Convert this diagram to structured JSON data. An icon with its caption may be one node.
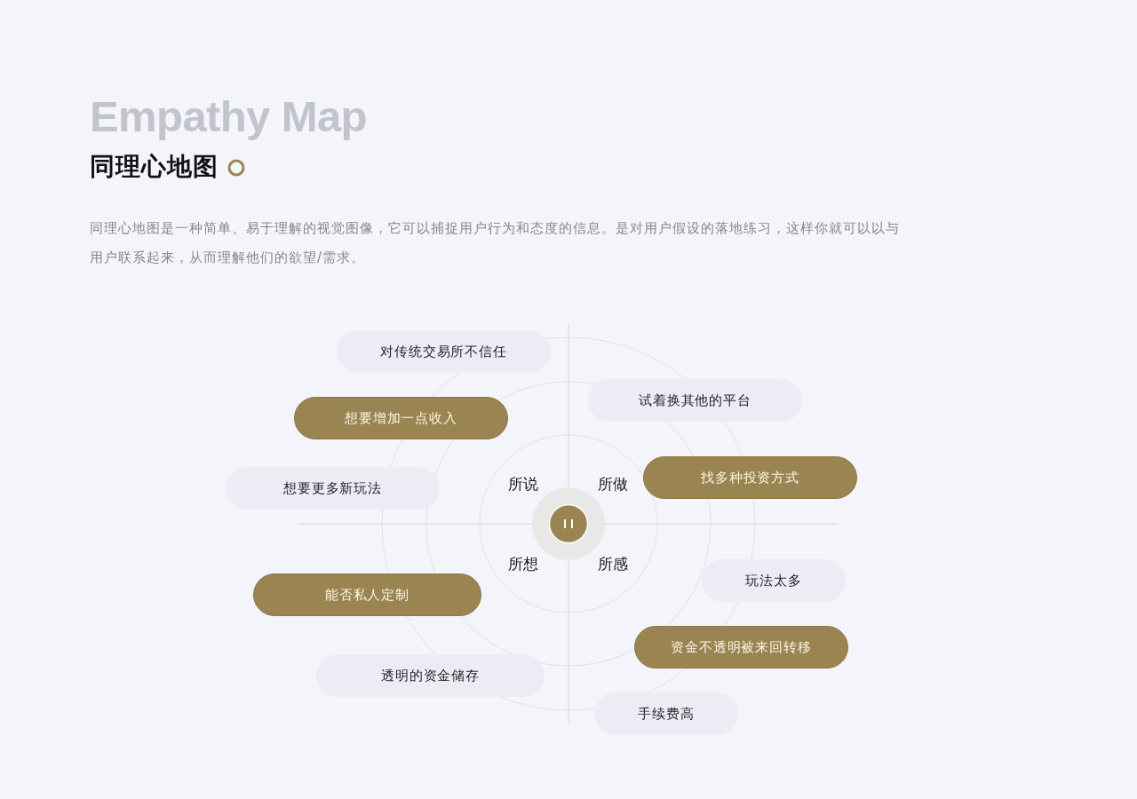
{
  "diagram": {
    "title": "同理心地图",
    "nodes": [
      {
        "text": [
          "对传统交易所不信任"
        ]
      },
      {
        "text": [
          "试着换其他的平台"
        ]
      },
      {
        "text": [
          "想要增加一点收入"
        ]
      },
      {
        "text": [
          "找多种投资方式"
        ]
      },
      {
        "text": [
          "想要更多新玩法"
        ]
      },
      {
        "text": [
          "玩法太多"
        ]
      },
      {
        "text": [
          "能否私人定制"
        ]
      },
      {
        "text": [
          "资金不透明被来回转移"
        ]
      },
      {
        "text": [
          "透明的资金储存"
        ]
      },
      {
        "text": [
          "手续费高"
        ]
      }
    ],
    "edges": [],
    "labels": [
      "Empathy Map",
      "同理心地图是一种简单、易于理解的视觉图像，它可以捕捉用户行为和态度的信息。是对用户假设的落地练习，这样你就可以以与用户联系起来，从而理解他们的欲望/需求。",
      "所说",
      "所做",
      "所想",
      "所感"
    ]
  }
}
